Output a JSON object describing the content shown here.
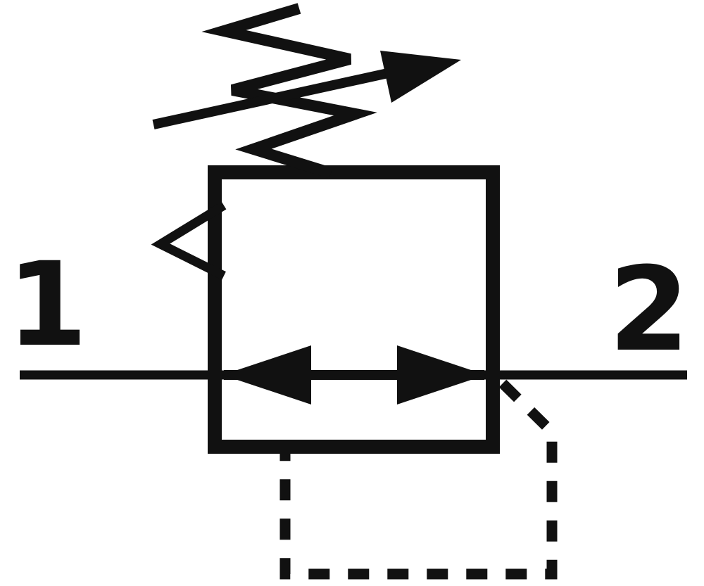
{
  "diagram": {
    "type": "pneumatic-circuit-symbol",
    "symbol": "adjustable-pressure-regulator",
    "colors": {
      "line": "#111111",
      "background": "#ffffff"
    },
    "ports": {
      "inlet_label": "1",
      "outlet_label": "2"
    },
    "components": [
      "valve-body-square",
      "main-flow-line",
      "flow-arrow-left",
      "flow-arrow-right",
      "adjustable-spring-zigzag",
      "adjustment-arrow",
      "relief-vent-arrow",
      "pilot-line-dashed"
    ]
  }
}
